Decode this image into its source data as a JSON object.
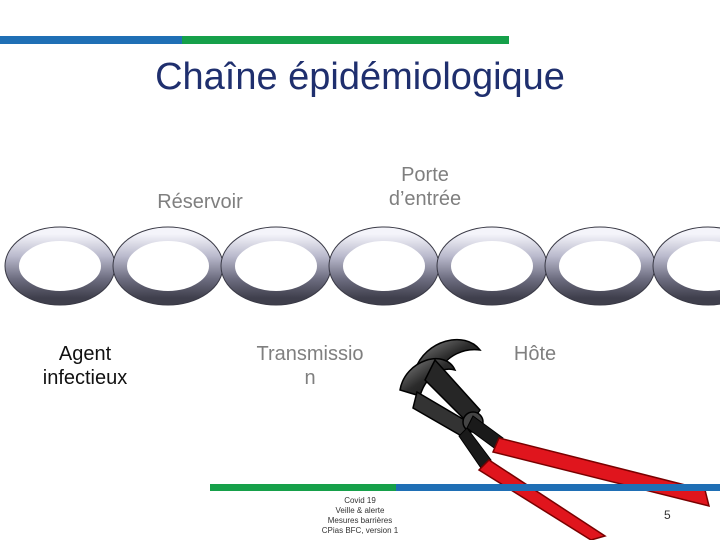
{
  "colors": {
    "blue": "#1f6fb5",
    "green": "#16a04a",
    "title": "#1f2f6e",
    "pliers_red": "#e0151d"
  },
  "title": "Chaîne épidémiologique",
  "labels": {
    "reservoir": "Réservoir",
    "porte_line1": "Porte",
    "porte_line2": "d’entrée",
    "agent_line1": "Agent",
    "agent_line2": "infectieux",
    "transmission_line1": "Transmissio",
    "transmission_line2": "n",
    "hote": "Hôte"
  },
  "footer": {
    "line1": "Covid 19",
    "line2": "Veille & alerte",
    "line3": "Mesures barrières",
    "line4": "CPias BFC, version 1"
  },
  "page_number": "5",
  "icons": {
    "chain": "chain-links",
    "pliers": "pliers-cutting-chain"
  }
}
